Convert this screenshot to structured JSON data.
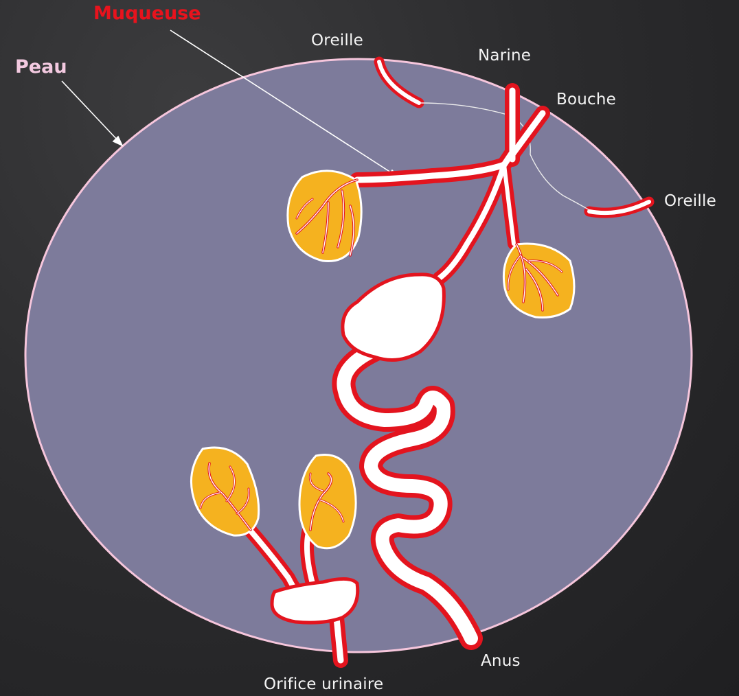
{
  "labels": {
    "muqueuse": "Muqueuse",
    "peau": "Peau",
    "oreille_top": "Oreille",
    "narine": "Narine",
    "bouche": "Bouche",
    "oreille_right": "Oreille",
    "anus": "Anus",
    "orifice_urinaire": "Orifice urinaire"
  },
  "colors": {
    "body_fill": "#7d7b9b",
    "skin_outline": "#f6c6dc",
    "mucosa_red": "#e3141e",
    "lumen_white": "#ffffff",
    "gland_yellow": "#f5b21f",
    "label_muqueuse": "#e8131d",
    "label_peau": "#f3c9e0"
  }
}
